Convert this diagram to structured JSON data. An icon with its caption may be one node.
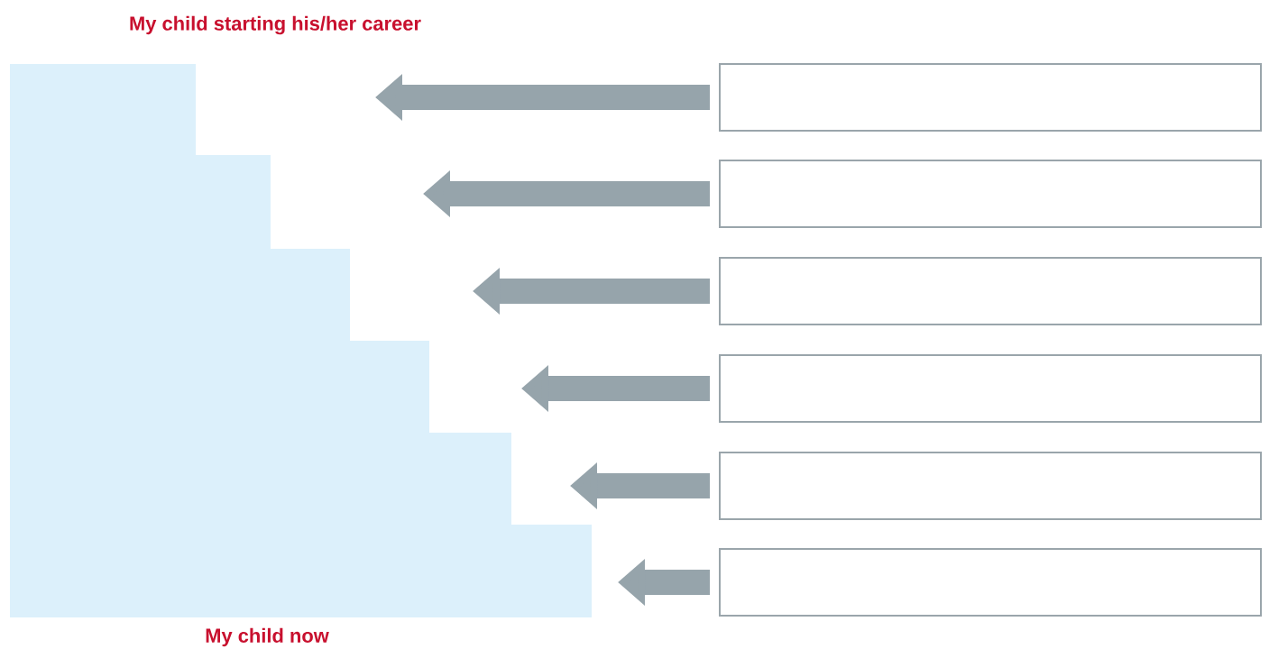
{
  "diagram": {
    "nodes": [
      {
        "text": [],
        "shape": "box"
      },
      {
        "text": [],
        "shape": "box"
      },
      {
        "text": [],
        "shape": "box"
      },
      {
        "text": [],
        "shape": "box"
      },
      {
        "text": [],
        "shape": "box"
      },
      {
        "text": [],
        "shape": "box"
      }
    ],
    "edges": [
      {
        "from": 0,
        "to": null,
        "arrow": "to"
      },
      {
        "from": 1,
        "to": null,
        "arrow": "to"
      },
      {
        "from": 2,
        "to": null,
        "arrow": "to"
      },
      {
        "from": 3,
        "to": null,
        "arrow": "to"
      },
      {
        "from": 4,
        "to": null,
        "arrow": "to"
      },
      {
        "from": 5,
        "to": null,
        "arrow": "to"
      }
    ],
    "labels": [
      "My child starting his/her career",
      "My child now"
    ]
  }
}
